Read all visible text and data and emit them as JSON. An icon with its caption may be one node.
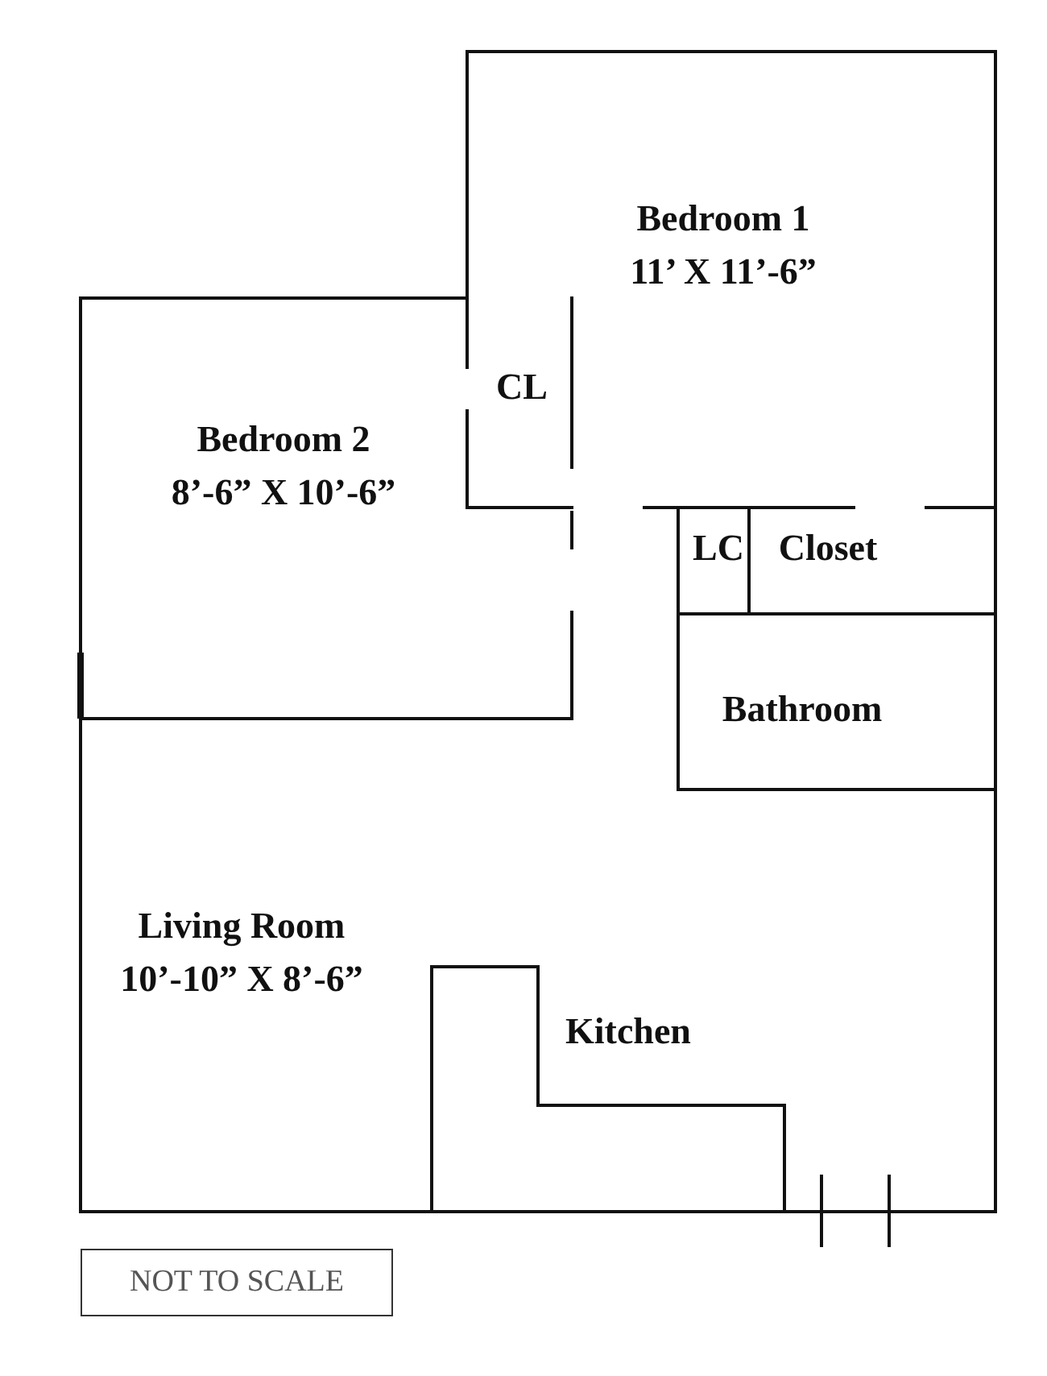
{
  "diagram": {
    "nodes": [
      {
        "text": [
          "Bedroom 1",
          "11’ X 11’-6”"
        ]
      },
      {
        "text": [
          "Bedroom 2",
          "8’-6” X 10’-6”"
        ]
      },
      {
        "text": [
          "CL"
        ]
      },
      {
        "text": [
          "LC"
        ]
      },
      {
        "text": [
          "Closet"
        ]
      },
      {
        "text": [
          "Bathroom"
        ]
      },
      {
        "text": [
          "Living Room",
          "10’-10” X 8’-6”"
        ]
      },
      {
        "text": [
          "Kitchen"
        ]
      },
      {
        "text": [
          "NOT TO SCALE"
        ]
      }
    ],
    "edges": []
  }
}
